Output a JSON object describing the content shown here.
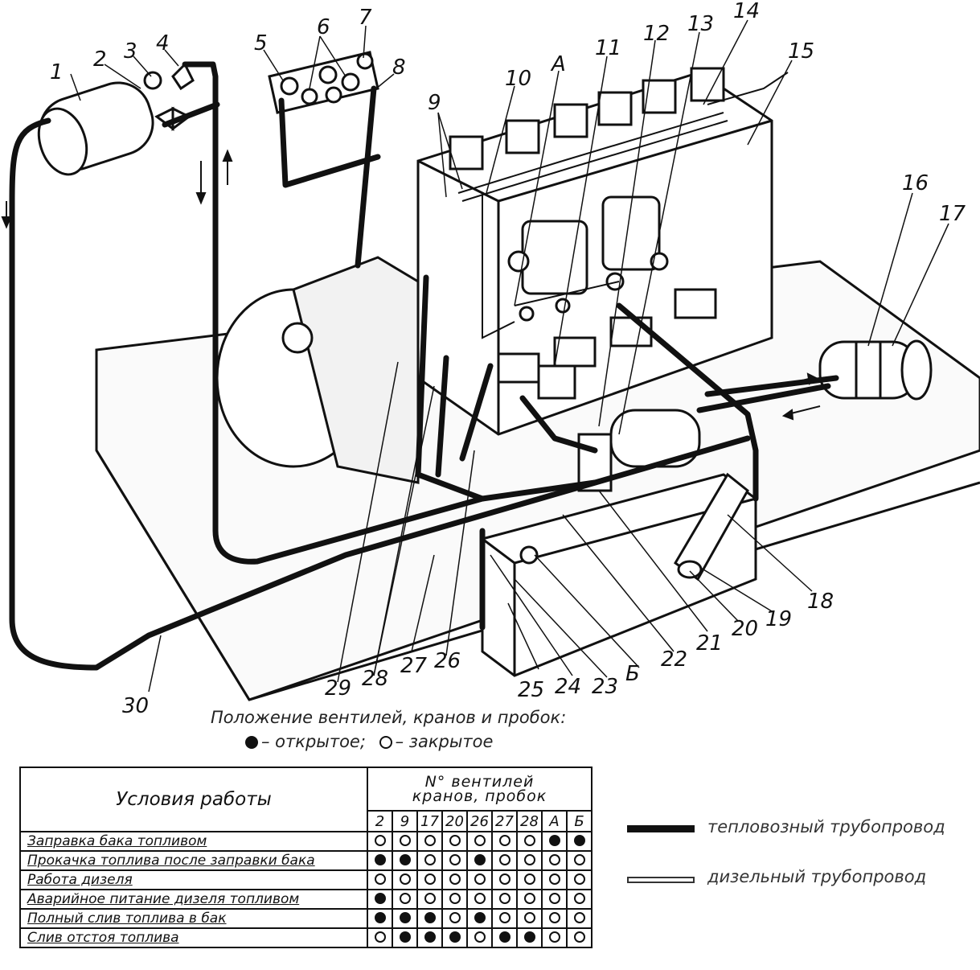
{
  "labels": {
    "n1": "1",
    "n2": "2",
    "n3": "3",
    "n4": "4",
    "n5": "5",
    "n6": "6",
    "n7": "7",
    "n8": "8",
    "n9": "9",
    "n10": "10",
    "nA": "А",
    "n11": "11",
    "n12": "12",
    "n13": "13",
    "n14": "14",
    "n15": "15",
    "n16": "16",
    "n17": "17",
    "n18": "18",
    "n19": "19",
    "n20": "20",
    "n21": "21",
    "n22": "22",
    "nB": "Б",
    "n23": "23",
    "n24": "24",
    "n25": "25",
    "n26": "26",
    "n27": "27",
    "n28": "28",
    "n29": "29",
    "n30": "30"
  },
  "legend": {
    "caption": "Положение вентилей, кранов и пробок:",
    "open_text": "– открытое;",
    "closed_text": "– закрытое"
  },
  "table": {
    "condition_header": "Условия работы",
    "group_header_line1": "N°   вентилей",
    "group_header_line2": "кранов, пробок",
    "valve_headers": [
      "2",
      "9",
      "17",
      "20",
      "26",
      "27",
      "28",
      "А",
      "Б"
    ],
    "rows": [
      {
        "condition": "Заправка бака топливом",
        "states": [
          "o",
          "o",
          "o",
          "o",
          "o",
          "o",
          "o",
          "f",
          "f"
        ]
      },
      {
        "condition": "Прокачка топлива после заправки бака",
        "states": [
          "f",
          "f",
          "o",
          "o",
          "f",
          "o",
          "o",
          "o",
          "o"
        ]
      },
      {
        "condition": "Работа дизеля",
        "states": [
          "o",
          "o",
          "o",
          "o",
          "o",
          "o",
          "o",
          "o",
          "o"
        ]
      },
      {
        "condition": "Аварийное питание дизеля топливом",
        "states": [
          "f",
          "o",
          "o",
          "o",
          "o",
          "o",
          "o",
          "o",
          "o"
        ]
      },
      {
        "condition": "Полный слив топлива в бак",
        "states": [
          "f",
          "f",
          "f",
          "o",
          "f",
          "o",
          "o",
          "o",
          "o"
        ]
      },
      {
        "condition": "Слив отстоя топлива",
        "states": [
          "o",
          "f",
          "f",
          "f",
          "o",
          "f",
          "f",
          "o",
          "o"
        ]
      }
    ]
  },
  "pipe_legend": {
    "locomotive": "тепловозный трубопровод",
    "diesel": "дизельный трубопровод"
  },
  "colors": {
    "ink": "#111111",
    "paper": "#ffffff"
  }
}
